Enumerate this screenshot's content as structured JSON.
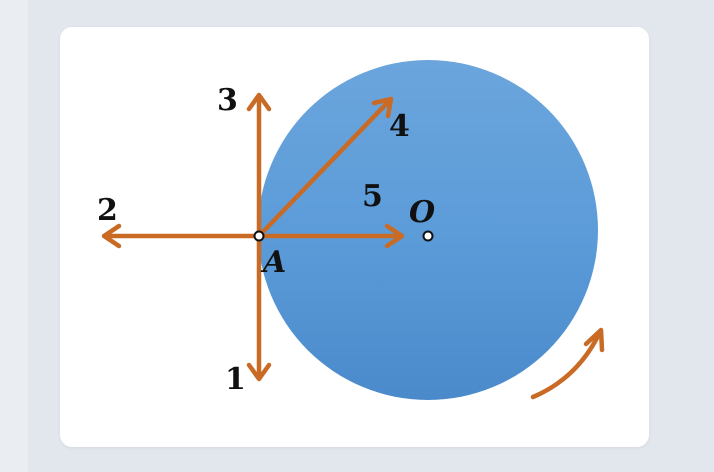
{
  "diagram": {
    "labels": {
      "arrow1": "1",
      "arrow2": "2",
      "arrow3": "3",
      "arrow4": "4",
      "arrow5": "5",
      "point_a": "A",
      "point_o": "O"
    },
    "colors": {
      "disk": "#5a9bd8",
      "arrow": "#c96a25",
      "background": "#e2e7ed",
      "card": "#ffffff"
    }
  }
}
